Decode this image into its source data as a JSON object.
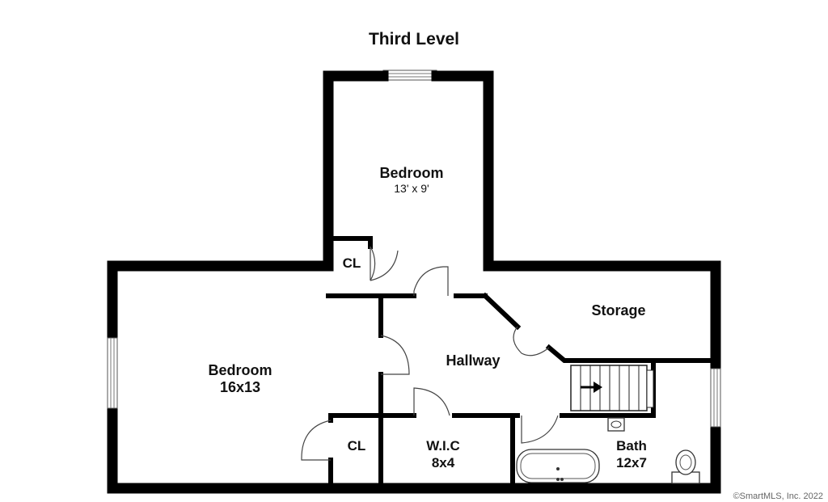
{
  "plan": {
    "title": "Third Level",
    "rooms": {
      "bedroom_top": {
        "name": "Bedroom",
        "dims": "13' x 9'"
      },
      "closet_top": {
        "name": "CL"
      },
      "bedroom_left": {
        "name": "Bedroom",
        "dims": "16x13"
      },
      "hallway": {
        "name": "Hallway"
      },
      "storage": {
        "name": "Storage"
      },
      "closet_bottom": {
        "name": "CL"
      },
      "wic": {
        "name": "W.I.C",
        "dims": "8x4"
      },
      "bath": {
        "name": "Bath",
        "dims": "12x7"
      }
    },
    "copyright": "©SmartMLS, Inc.  2022"
  }
}
